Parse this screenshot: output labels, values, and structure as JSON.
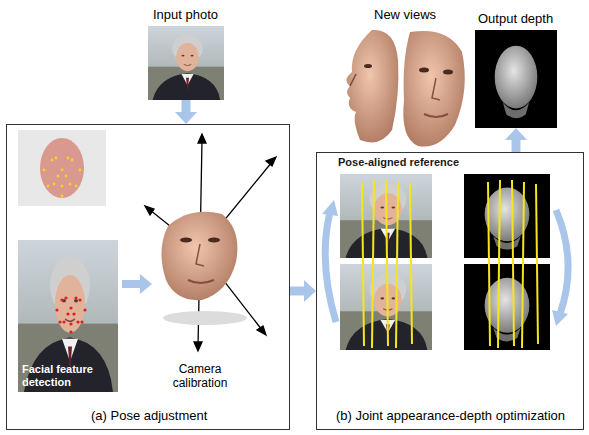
{
  "diagram": {
    "nodes": [
      {
        "text": [
          "Input photo"
        ]
      },
      {
        "text": [
          "New views"
        ]
      },
      {
        "text": [
          "Output depth"
        ]
      },
      {
        "text": [
          "(a) Pose adjustment"
        ]
      },
      {
        "text": [
          "(b) Joint appearance-depth optimization"
        ]
      }
    ],
    "edges": [
      {
        "from": 0,
        "to": 3,
        "arrow": "to"
      },
      {
        "from": 3,
        "to": 4,
        "arrow": "to"
      },
      {
        "from": 4,
        "to": 2,
        "arrow": "to"
      }
    ],
    "labels": [
      "Facial feature detection",
      "Camera calibration",
      "Pose-aligned reference"
    ]
  }
}
